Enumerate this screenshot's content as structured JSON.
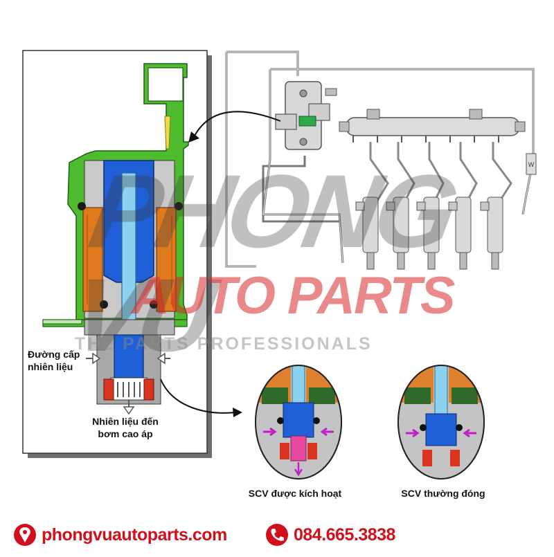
{
  "labels": {
    "fuel_feed_line": "Đường cấp nhiên liệu",
    "fuel_to_pump": "Nhiên liệu đến bơm cao áp",
    "scv_activated": "SCV được kích hoạt",
    "scv_normally_closed": "SCV thường đóng"
  },
  "watermark": {
    "brand": "PHONG VU",
    "sub": "AUTO PARTS",
    "tagline": "THE PARTS PROFESSIONALS"
  },
  "footer": {
    "website": "phongvuautoparts.com",
    "phone": "084.665.3838",
    "website_icon": "map-pin-icon",
    "phone_icon": "phone-icon"
  },
  "colors": {
    "housing_green": "#4fbb2e",
    "coil_orange": "#e07a1f",
    "plunger_blue": "#1f5fd8",
    "shaft_lightblue": "#8cd2f0",
    "port_magenta": "#c21ec8",
    "brand_red": "#d0101a",
    "frame_gray": "#8a8a8a"
  }
}
